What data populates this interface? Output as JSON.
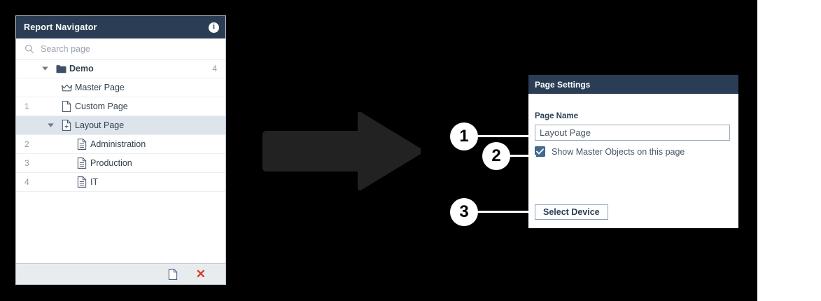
{
  "colors": {
    "canvas_background": "#000000",
    "header_navy": "#2b3d55",
    "selected_row": "#dde4ec",
    "checkbox_blue": "#42698f",
    "delete_red": "#d63a2e",
    "arrow_gray": "#222222",
    "callout_white": "#ffffff"
  },
  "report_navigator": {
    "title": "Report Navigator",
    "info_icon": "info-icon",
    "info_glyph": "i",
    "search": {
      "icon": "search-icon",
      "placeholder": "Search page"
    },
    "tree": [
      {
        "number": "",
        "label": "Demo",
        "icon": "folder-icon",
        "count": "4",
        "depth": 0,
        "expanded": true,
        "bold": true,
        "selected": false
      },
      {
        "number": "",
        "label": "Master Page",
        "icon": "crown-icon",
        "count": "",
        "depth": 1,
        "expanded": null,
        "bold": false,
        "selected": false
      },
      {
        "number": "1",
        "label": "Custom Page",
        "icon": "blank-page-icon",
        "count": "",
        "depth": 1,
        "expanded": null,
        "bold": false,
        "selected": false
      },
      {
        "number": "",
        "label": "Layout Page",
        "icon": "layout-page-icon",
        "count": "",
        "depth": 1,
        "expanded": true,
        "bold": false,
        "selected": true
      },
      {
        "number": "2",
        "label": "Administration",
        "icon": "document-icon",
        "count": "",
        "depth": 2,
        "expanded": null,
        "bold": false,
        "selected": false
      },
      {
        "number": "3",
        "label": "Production",
        "icon": "document-icon",
        "count": "",
        "depth": 2,
        "expanded": null,
        "bold": false,
        "selected": false
      },
      {
        "number": "4",
        "label": "IT",
        "icon": "document-icon",
        "count": "",
        "depth": 2,
        "expanded": null,
        "bold": false,
        "selected": false
      }
    ],
    "footer": {
      "new_page_icon": "new-page-icon",
      "delete_icon": "delete-x-icon",
      "delete_glyph": "✕"
    }
  },
  "arrow": {
    "icon": "right-arrow-icon",
    "direction": "right"
  },
  "page_settings": {
    "title": "Page Settings",
    "page_name_label": "Page Name",
    "page_name_value": "Layout Page",
    "show_master_objects": {
      "label": "Show Master Objects on this page",
      "checked": true
    },
    "select_device_label": "Select Device"
  },
  "callouts": [
    {
      "number": "1",
      "target": "page-name-input"
    },
    {
      "number": "2",
      "target": "show-master-objects-checkbox"
    },
    {
      "number": "3",
      "target": "select-device-button"
    }
  ]
}
